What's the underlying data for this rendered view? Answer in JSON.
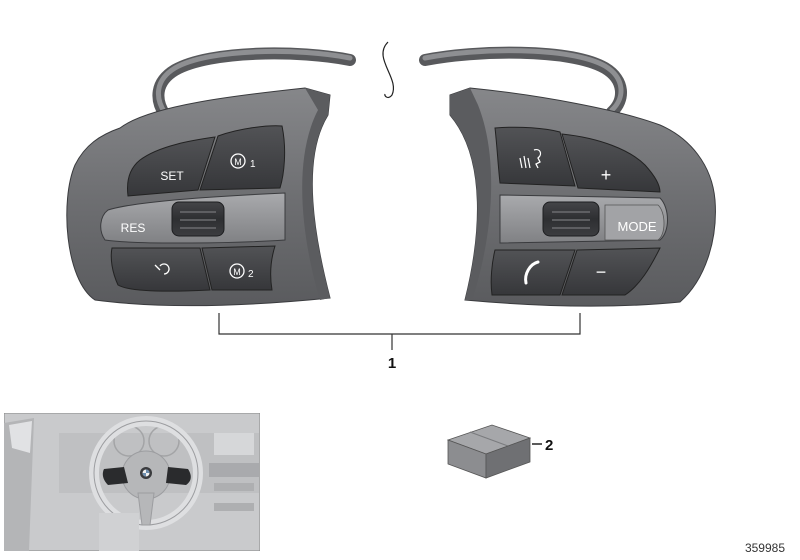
{
  "diagram": {
    "type": "parts-illustration",
    "subject": "Multifunction steering wheel switches",
    "callouts": [
      {
        "id": "1",
        "label": "1",
        "target": "Steering wheel switch modules (left and right)"
      },
      {
        "id": "2",
        "label": "2",
        "target": "Small parts box"
      }
    ],
    "reference_number": "359985"
  },
  "left_module": {
    "buttons": [
      {
        "name": "set",
        "label": "SET"
      },
      {
        "name": "m1",
        "label": "M",
        "sub": "1"
      },
      {
        "name": "res",
        "label": "RES"
      },
      {
        "name": "speed-limiter",
        "label": ""
      },
      {
        "name": "m2",
        "label": "M",
        "sub": "2"
      }
    ],
    "wheel": "thumbwheel"
  },
  "right_module": {
    "buttons": [
      {
        "name": "voice",
        "label": ""
      },
      {
        "name": "plus",
        "label": "+"
      },
      {
        "name": "mode",
        "label": "MODE"
      },
      {
        "name": "phone",
        "label": ""
      },
      {
        "name": "minus",
        "label": "−"
      }
    ],
    "wheel": "thumbwheel"
  },
  "inset": {
    "description": "Car interior with steering wheel, switch modules highlighted"
  },
  "colors": {
    "housing": "#6f7073",
    "housing_dark": "#4a4b4e",
    "button": "#3d3e41",
    "button_light": "#8e8f92",
    "cable": "#77787b",
    "line": "#333333"
  }
}
